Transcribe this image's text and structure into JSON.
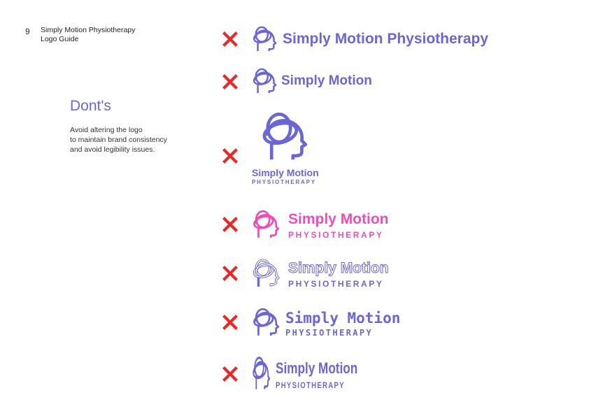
{
  "page": {
    "number": "9",
    "title_line1": "Simply Motion Physiotherapy",
    "title_line2": "Logo Guide"
  },
  "section": {
    "heading": "Dont's",
    "desc_line1": "Avoid altering the logo",
    "desc_line2": "to maintain brand consistency",
    "desc_line3": "and avoid legibility issues."
  },
  "colors": {
    "brand": "#6b66d6",
    "wrong_pink": "#ea4fb5",
    "cross": "#e52a2a"
  },
  "examples": [
    {
      "name": "Simply Motion Physiotherapy",
      "sub": ""
    },
    {
      "name": "Simply Motion",
      "sub": ""
    },
    {
      "name": "Simply Motion",
      "sub": "PHYSIOTHERAPY"
    },
    {
      "name": "Simply Motion",
      "sub": "PHYSIOTHERAPY"
    },
    {
      "name": "Simply Motion",
      "sub": "PHYSIOTHERAPY"
    },
    {
      "name": "Simply Motion",
      "sub": "PHYSIOTHERAPY"
    },
    {
      "name": "Simply Motion",
      "sub": "PHYSIOTHERAPY"
    }
  ]
}
